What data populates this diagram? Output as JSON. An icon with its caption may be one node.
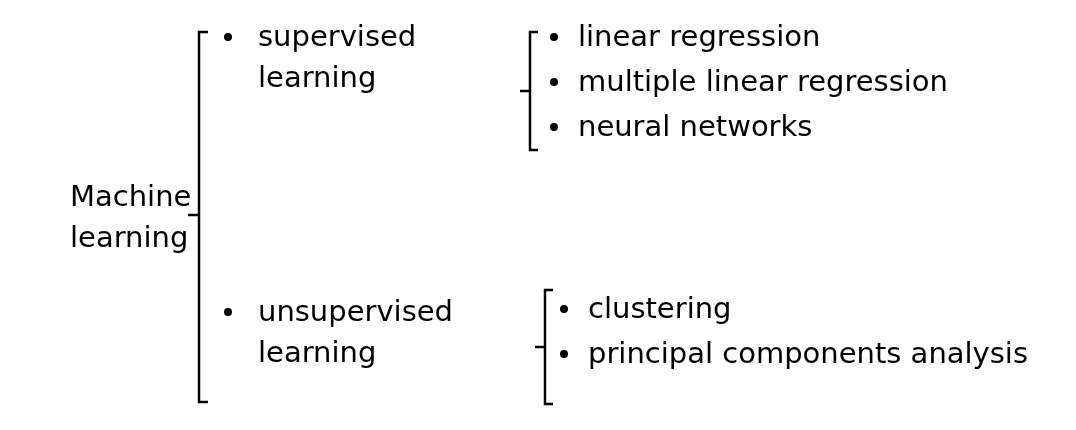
{
  "diagram": {
    "labels": [
      "Machine learning",
      "supervised learning",
      "linear regression",
      "multiple linear regression",
      "neural networks",
      "unsupervised learning",
      "clustering",
      "principal components analysis"
    ]
  }
}
